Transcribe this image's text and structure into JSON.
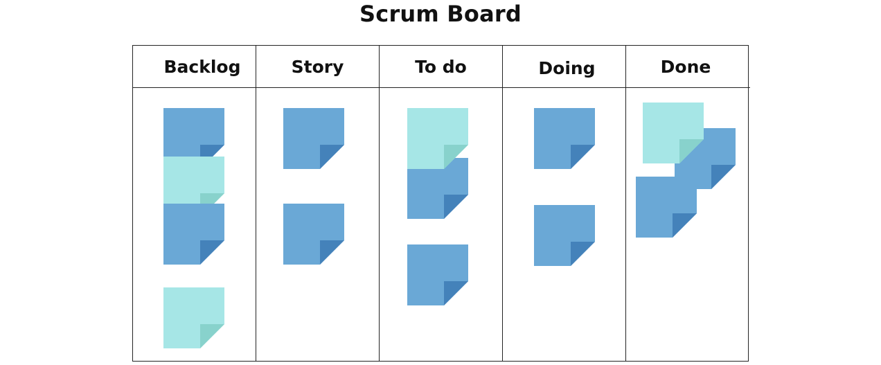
{
  "title": "Scrum Board",
  "columns": [
    {
      "label": "Backlog"
    },
    {
      "label": "Story"
    },
    {
      "label": "To do"
    },
    {
      "label": "Doing"
    },
    {
      "label": "Done"
    }
  ],
  "colors": {
    "blue_note": "#6aa8d6",
    "blue_fold": "#4482ba",
    "teal_note": "#a6e6e6",
    "teal_fold": "#88d2cc",
    "border": "#222222"
  },
  "notes": {
    "backlog": [
      "blue",
      "teal",
      "blue",
      "teal"
    ],
    "story": [
      "blue",
      "blue"
    ],
    "todo": [
      "teal",
      "blue",
      "blue"
    ],
    "doing": [
      "blue",
      "blue"
    ],
    "done": [
      "blue",
      "teal",
      "blue"
    ]
  }
}
